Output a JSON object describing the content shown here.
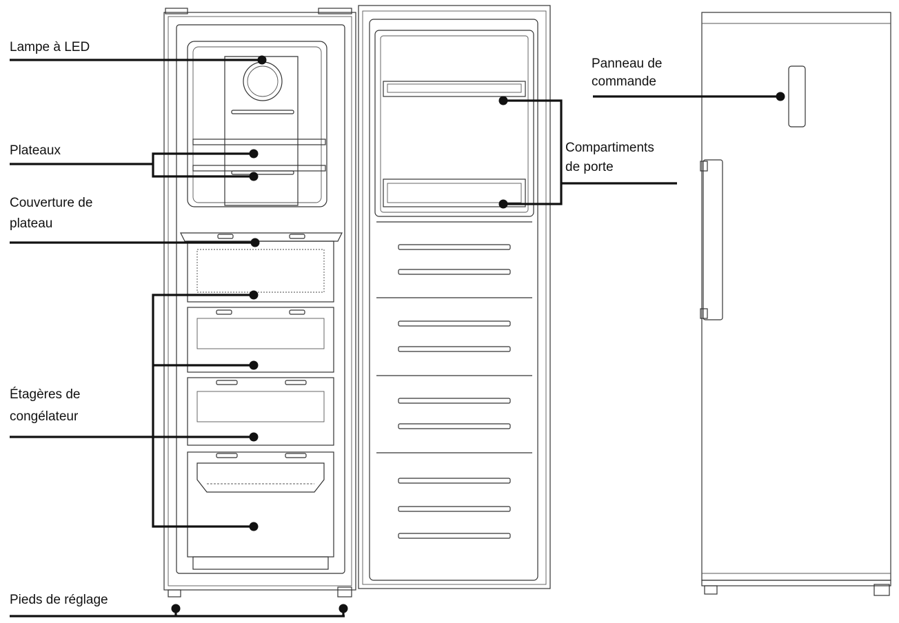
{
  "labels": {
    "led_lamp": "Lampe à LED",
    "trays": "Plateaux",
    "tray_cover_line1": "Couverture de",
    "tray_cover_line2": "plateau",
    "freezer_shelves_line1": "Étagères de",
    "freezer_shelves_line2": "congélateur",
    "adjustable_feet": "Pieds de réglage",
    "control_panel_line1": "Panneau de",
    "control_panel_line2": "commande",
    "door_compartments_line1": "Compartiments",
    "door_compartments_line2": "de porte"
  },
  "colors": {
    "line": "#111111",
    "outline": "#333333",
    "background": "#ffffff"
  }
}
